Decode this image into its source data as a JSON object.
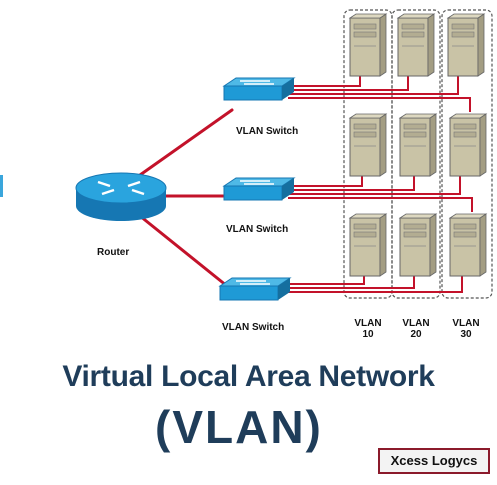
{
  "router": {
    "label": "Router"
  },
  "switches": [
    {
      "label": "VLAN Switch"
    },
    {
      "label": "VLAN Switch"
    },
    {
      "label": "VLAN Switch"
    }
  ],
  "vlans": [
    {
      "line1": "VLAN",
      "line2": "10"
    },
    {
      "line1": "VLAN",
      "line2": "20"
    },
    {
      "line1": "VLAN",
      "line2": "30"
    }
  ],
  "title": {
    "line1": "Virtual Local Area Network",
    "line2": "(VLAN)"
  },
  "brand": {
    "text": "Xcess Logycs"
  },
  "colors": {
    "link": "#c3122a",
    "device_blue": "#1f9ad6",
    "server_fill": "#c9c3a6",
    "title_text": "#1f3d5a",
    "brand_border": "#8b1a2b"
  }
}
